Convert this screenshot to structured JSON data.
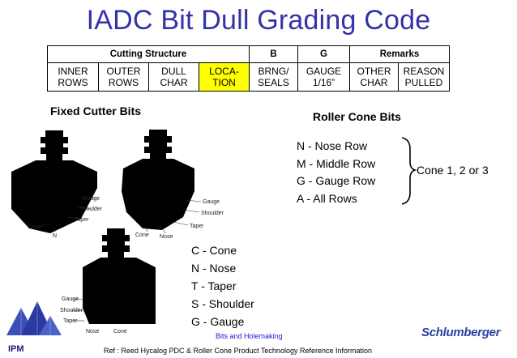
{
  "title": "IADC Bit Dull Grading Code",
  "table": {
    "header": {
      "cutting_structure": "Cutting Structure",
      "b": "B",
      "g": "G",
      "remarks": "Remarks"
    },
    "codes": [
      {
        "text": "INNER\nROWS"
      },
      {
        "text": "OUTER\nROWS"
      },
      {
        "text": "DULL\nCHAR"
      },
      {
        "text": "LOCA-\nTION",
        "highlight": "#ffff00"
      },
      {
        "text": "BRNG/\nSEALS"
      },
      {
        "text": "GAUGE\n1/16”"
      },
      {
        "text": "OTHER\nCHAR"
      },
      {
        "text": "REASON\nPULLED"
      }
    ]
  },
  "fixed_cutter": {
    "heading": "Fixed Cutter Bits",
    "labels": {
      "gauge": "Gauge",
      "shoulder": "Shoulder",
      "taper": "Taper",
      "cone": "Cone",
      "nose": "Nose",
      "n": "N"
    },
    "legend": [
      "C - Cone",
      "N - Nose",
      "T - Taper",
      "S - Shoulder",
      "G - Gauge"
    ]
  },
  "roller_cone": {
    "heading": "Roller Cone Bits",
    "legend": [
      "N - Nose Row",
      "M - Middle Row",
      "G - Gauge Row",
      "A - All Rows"
    ],
    "brace_label": "Cone 1, 2 or 3"
  },
  "footer": {
    "course": "Bits and Holemaking",
    "reference": "Ref : Reed Hycalog PDC & Roller Cone Product Technology Reference Information",
    "ipm": "IPM",
    "company": "Schlumberger"
  },
  "colors": {
    "title": "#3333a8",
    "highlight": "#ffff00",
    "footer_blue": "#1a1ad0"
  }
}
